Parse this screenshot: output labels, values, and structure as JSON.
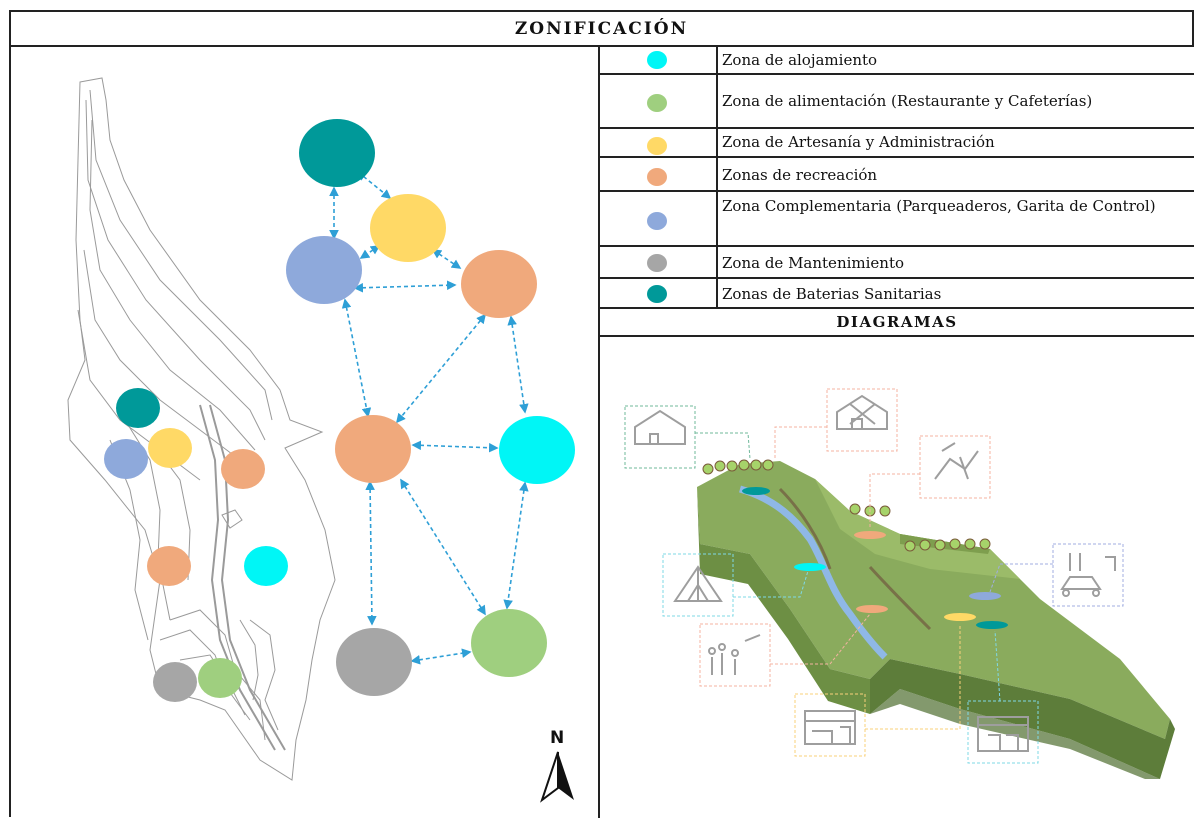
{
  "title": "ZONIFICACIÓN",
  "legend": [
    {
      "label": "Zona de alojamiento",
      "color": "#00f6f6"
    },
    {
      "label": "Zona de alimentación (Restaurante y Cafeterías)",
      "color": "#9fcf7f"
    },
    {
      "label": "Zona de Artesanía y Administración",
      "color": "#ffd966"
    },
    {
      "label": "Zonas de recreación",
      "color": "#f0a97c"
    },
    {
      "label": "Zona Complementaria (Parqueaderos, Garita de Control)",
      "color": "#8ea9db"
    },
    {
      "label": "Zona de Mantenimiento",
      "color": "#a6a6a6"
    },
    {
      "label": "Zonas de Baterias Sanitarias",
      "color": "#009999"
    }
  ],
  "diagrams_title": "DIAGRAMAS",
  "north_label": "N"
}
